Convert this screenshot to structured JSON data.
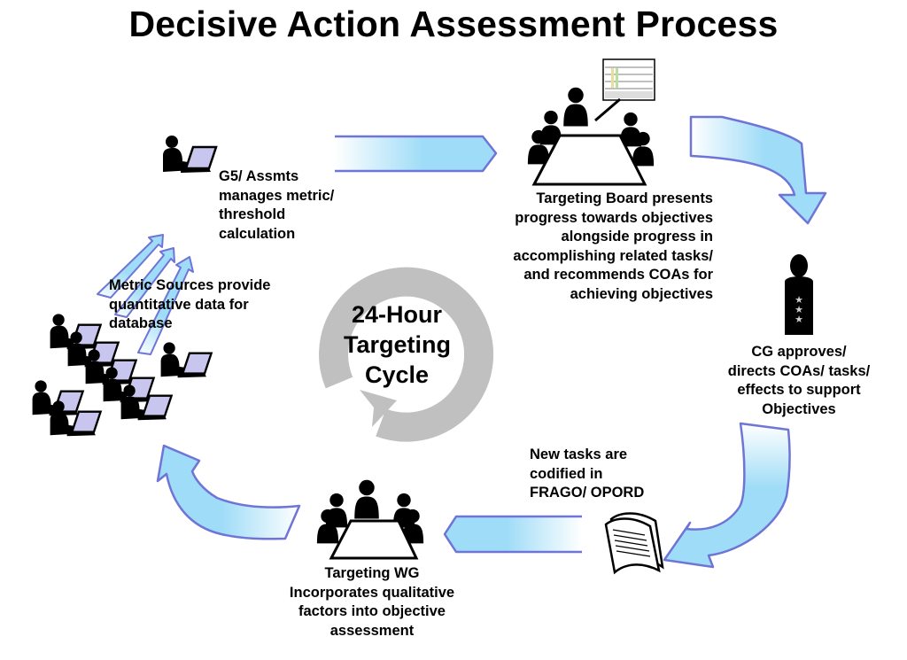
{
  "title": "Decisive Action Assessment Process",
  "center": {
    "lines": [
      "24-Hour",
      "Targeting",
      "Cycle"
    ]
  },
  "steps": [
    {
      "id": "g5",
      "icon": "laptop-user-icon",
      "lines": [
        "G5/ Assmts",
        "manages metric/",
        "threshold",
        "calculation"
      ]
    },
    {
      "id": "targeting-board",
      "icon": "briefing-meeting-icon",
      "lines": [
        "Targeting Board presents",
        "progress towards objectives",
        "alongside progress in",
        "accomplishing related tasks/",
        "and recommends COAs for",
        "achieving objectives"
      ]
    },
    {
      "id": "cg",
      "icon": "general-silhouette-icon",
      "lines": [
        "CG approves/",
        "directs COAs/ tasks/",
        "effects to support",
        "Objectives"
      ]
    },
    {
      "id": "frago",
      "icon": "document-scroll-icon",
      "lines": [
        "New tasks are",
        "codified in",
        "FRAGO/ OPORD"
      ]
    },
    {
      "id": "targeting-wg",
      "icon": "meeting-table-icon",
      "lines": [
        "Targeting WG",
        "Incorporates qualitative",
        "factors into objective",
        "assessment"
      ]
    },
    {
      "id": "metric-sources",
      "icon": "laptop-users-group-icon",
      "lines": [
        "Metric Sources provide",
        "quantitative data for",
        "database"
      ]
    }
  ],
  "colors": {
    "arrow_fill": "#9fdcf7",
    "arrow_stroke": "#6f75d6",
    "cycle_gray": "#c0c0c0",
    "laptop_screen": "#c8c6ef",
    "silhouette": "#000000"
  }
}
